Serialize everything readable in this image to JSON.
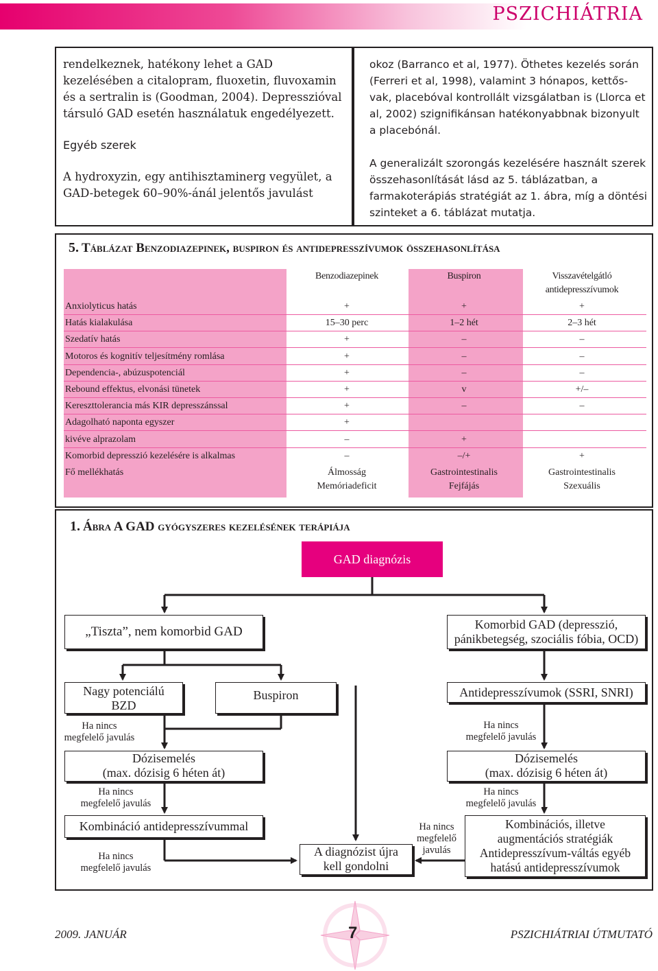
{
  "header": {
    "title": "PSZICHIÁTRIA"
  },
  "left_column": {
    "para1": "rendelkeznek, hatékony lehet a GAD kezelésében a citalopram, fluoxetin, fluvoxamin és a sertralin is (Goodman, 2004). Depresszióval társuló GAD esetén használatuk engedélyezett.",
    "subheading": "Egyéb szerek",
    "para2": "A hydroxyzin, egy antihisztaminerg vegyület, a GAD-betegek 60–90%-ánál jelentős javulást"
  },
  "right_column": {
    "para1": "okoz (Barranco et al, 1977). Öthetes kezelés során (Ferreri et al, 1998), valamint 3 hónapos, kettős-vak, placebóval kontrollált vizsgálatban is (Llorca et al, 2002) szignifikánsan hatékonyabbnak bizonyult a placebónál.",
    "para2": "A generalizált szorongás kezelésére használt szerek összehasonlítását lásd az 5. táblázatban, a farmakoterápiás stratégiát az 1. ábra, míg a döntési szinteket a 6. táblázat mutatja."
  },
  "table": {
    "title_num": "5.",
    "title_text": "Táblázat Benzodiazepinek, buspiron és antidepresszívumok összehasonlítása",
    "headers": [
      "Benzodiazepinek",
      "Buspiron",
      "Visszavételgátló",
      "antidepresszívumok"
    ],
    "rows": [
      {
        "label": "Anxiolyticus hatás",
        "c1": "+",
        "c2": "+",
        "c3": "+"
      },
      {
        "label": "Hatás kialakulása",
        "c1": "15–30 perc",
        "c2": "1–2 hét",
        "c3": "2–3 hét"
      },
      {
        "label": "Szedatív hatás",
        "c1": "+",
        "c2": "–",
        "c3": "–"
      },
      {
        "label": "Motoros és kognitív teljesítmény romlása",
        "c1": "+",
        "c2": "–",
        "c3": "–"
      },
      {
        "label": "Dependencia-, abúzuspotenciál",
        "c1": "+",
        "c2": "–",
        "c3": "–"
      },
      {
        "label": "Rebound effektus, elvonási tünetek",
        "c1": "+",
        "c2": "v",
        "c3": "+/–"
      },
      {
        "label": "Kereszttolerancia más KIR depresszánssal",
        "c1": "+",
        "c2": "–",
        "c3": "–"
      },
      {
        "label": "Adagolható naponta egyszer",
        "c1": "+",
        "c2": "",
        "c3": ""
      },
      {
        "label": "kivéve alprazolam",
        "c1": "–",
        "c2": "+",
        "c3": ""
      },
      {
        "label": "Komorbid depresszió kezelésére is alkalmas",
        "c1": "–",
        "c2": "–/+",
        "c3": "+"
      },
      {
        "label": "Fő mellékhatás",
        "c1": "Álmosság",
        "c2": "Gastrointestinalis",
        "c3": "Gastrointestinalis"
      }
    ],
    "last_row_line2": {
      "c1": "Memóriadeficit",
      "c2": "Fejfájás",
      "c3": "Szexuális"
    }
  },
  "figure": {
    "title_num": "1.",
    "title_text": "Ábra A GAD gyógyszeres kezelésének terápiája",
    "top": "GAD diagnózis",
    "left_branch": "„Tiszta”, nem komorbid GAD",
    "right_branch_1": "Komorbid GAD (depresszió,",
    "right_branch_2": "pánikbetegség, szociális fóbia, OCD)",
    "bzd_1": "Nagy potenciálú",
    "bzd_2": "BZD",
    "buspiron": "Buspiron",
    "antidep": "Antidepresszívumok (SSRI, SNRI)",
    "no_improve_1": "Ha nincs",
    "no_improve_2": "megfelelő javulás",
    "no_improve_short": "megfelelő",
    "no_improve_word": "javulás",
    "dose_1": "Dózisemelés",
    "dose_2": "(max. dózisig 6 héten át)",
    "combo_left": "Kombináció antidepresszívummal",
    "rediag_1": "A diagnózist újra",
    "rediag_2": "kell gondolni",
    "combo_right_1": "Kombinációs, illetve",
    "combo_right_2": "augmentációs stratégiák",
    "combo_right_3": "Antidepresszívum-váltás egyéb",
    "combo_right_4": "hatású antidepresszívumok"
  },
  "footer": {
    "left": "2009. JANUÁR",
    "page": "7",
    "right": "PSZICHIÁTRIAI ÚTMUTATÓ"
  },
  "colors": {
    "accent": "#e6006e",
    "table_pink": "#f4a3c8",
    "box_magenta": "#e6007e"
  }
}
